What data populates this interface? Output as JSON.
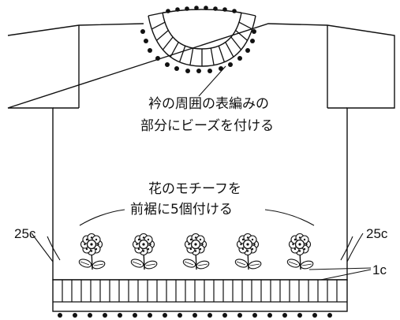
{
  "annotations": {
    "collar_line1": "衿の周囲の表編みの",
    "collar_line2": "部分にビーズを付ける",
    "flower_line1": "花のモチーフを",
    "flower_line2": "前裾に5個付ける",
    "measure_left": "25c",
    "measure_right": "25c",
    "measure_rib": "1c"
  },
  "motif": {
    "flower_count": 5
  },
  "colors": {
    "ink": "#111111",
    "paper": "#ffffff"
  }
}
